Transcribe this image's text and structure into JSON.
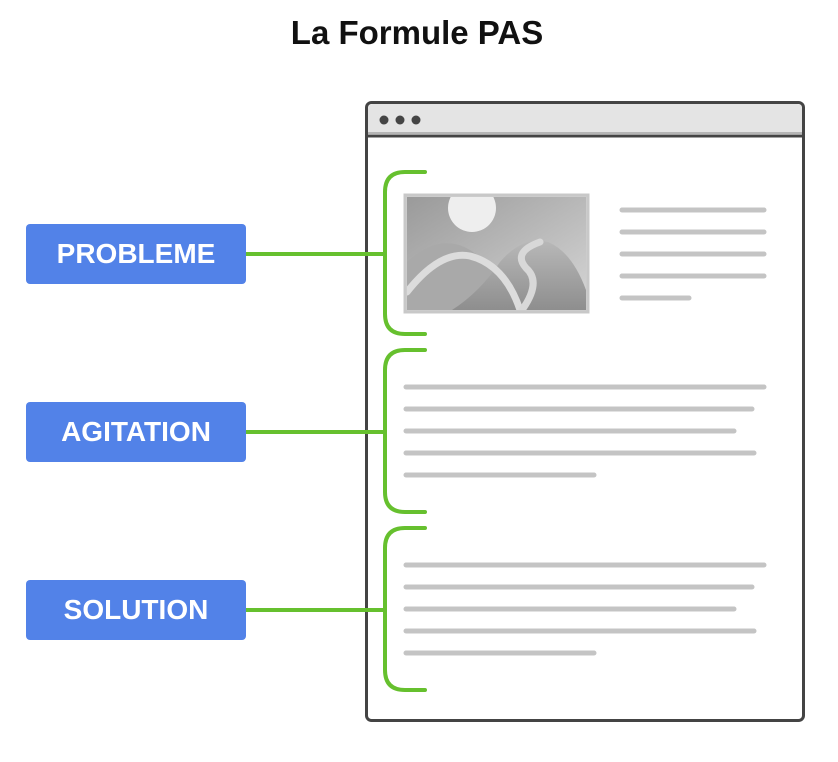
{
  "title": "La Formule PAS",
  "sections": [
    {
      "label": "PROBLEME"
    },
    {
      "label": "AGITATION"
    },
    {
      "label": "SOLUTION"
    }
  ],
  "colors": {
    "label_bg": "#5282E8",
    "bracket": "#66C02E",
    "window_border": "#444444",
    "titlebar": "#E4E4E4",
    "text_lines": "#C4C4C4"
  },
  "icons": {
    "image_placeholder": "landscape-image-icon",
    "window_controls": "three-dots-icon"
  }
}
